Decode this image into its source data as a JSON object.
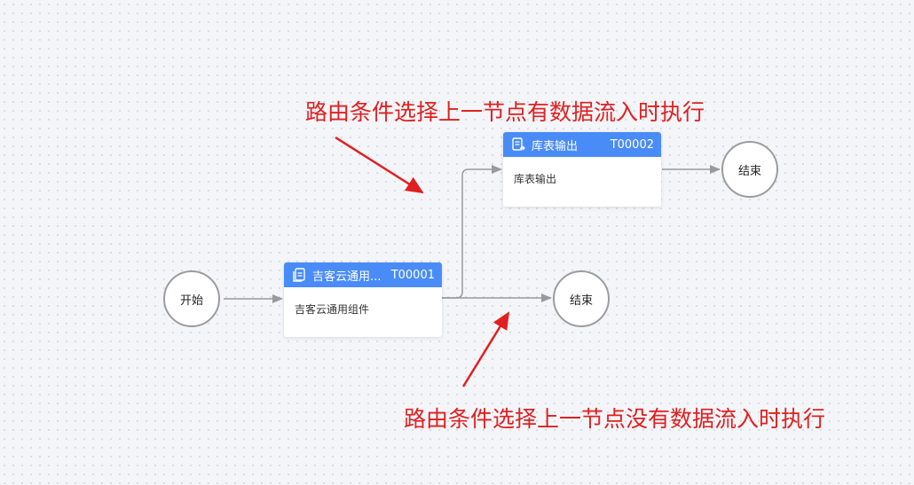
{
  "nodes": {
    "start": {
      "label": "开始"
    },
    "end_top": {
      "label": "结束"
    },
    "end_mid": {
      "label": "结束"
    },
    "task1": {
      "title": "吉客云通用...",
      "code": "T00001",
      "body": "吉客云通用组件",
      "icon": "document-icon"
    },
    "task2": {
      "title": "库表输出",
      "code": "T00002",
      "body": "库表输出",
      "icon": "table-output-icon"
    }
  },
  "annotations": {
    "top": "路由条件选择上一节点有数据流入时执行",
    "bottom": "路由条件选择上一节点没有数据流入时执行"
  },
  "colors": {
    "header": "#4a8cf7",
    "edge": "#9a9a9a",
    "annotation": "#e02020",
    "node_border": "#9c9c9c"
  }
}
